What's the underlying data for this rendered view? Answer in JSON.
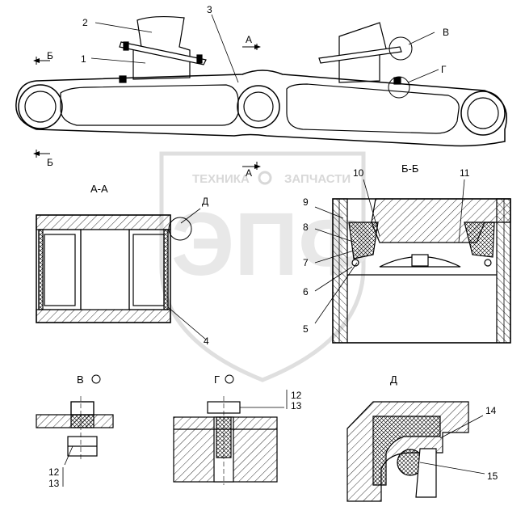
{
  "watermark": {
    "left": "ТЕХНИКА",
    "right": "ЗАПЧАСТИ",
    "letters": "ЭПФ"
  },
  "callouts": {
    "c1": "1",
    "c2": "2",
    "c3": "3",
    "c4": "4",
    "c5": "5",
    "c6": "6",
    "c7": "7",
    "c8": "8",
    "c9": "9",
    "c10": "10",
    "c11": "11",
    "c12": "12",
    "c13": "13",
    "c14": "14",
    "c15": "15"
  },
  "marks": {
    "a": "А",
    "b": "Б",
    "v": "В",
    "g": "Г",
    "d": "Д"
  },
  "sections": {
    "aa": "А-А",
    "bb": "Б-Б"
  },
  "details": {
    "v": "В",
    "g": "Г"
  }
}
